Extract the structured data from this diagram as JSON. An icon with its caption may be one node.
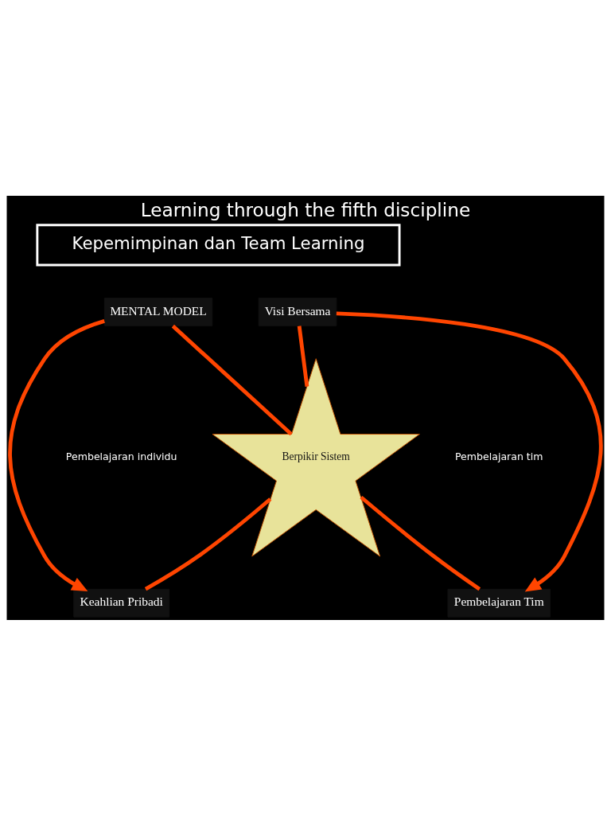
{
  "diagram": {
    "title": "Learning through the fifth discipline",
    "nodes": [
      {
        "text": [
          "Kepemimpinan dan Team Learning"
        ]
      },
      {
        "text": [
          "MENTAL MODEL"
        ]
      },
      {
        "text": [
          "Visi Bersama"
        ]
      },
      {
        "text": [
          "Berpikir Sistem"
        ]
      },
      {
        "text": [
          "Keahlian Pribadi"
        ]
      },
      {
        "text": [
          "Pembelajaran Tim"
        ]
      }
    ],
    "edges": [
      {
        "from": 1,
        "to": 4,
        "arrow": "to",
        "color": "#ff4500"
      },
      {
        "from": 4,
        "to": 3,
        "arrow": "none",
        "color": "#ff4500"
      },
      {
        "from": 3,
        "to": 1,
        "arrow": "none",
        "color": "#ff4500"
      },
      {
        "from": 3,
        "to": 2,
        "arrow": "none",
        "color": "#ff4500"
      },
      {
        "from": 2,
        "to": 5,
        "arrow": "to",
        "color": "#ff4500"
      },
      {
        "from": 5,
        "to": 3,
        "arrow": "none",
        "color": "#ff4500"
      }
    ],
    "labels": [
      "Pembelajaran individu",
      "Pembelajaran tim"
    ]
  }
}
